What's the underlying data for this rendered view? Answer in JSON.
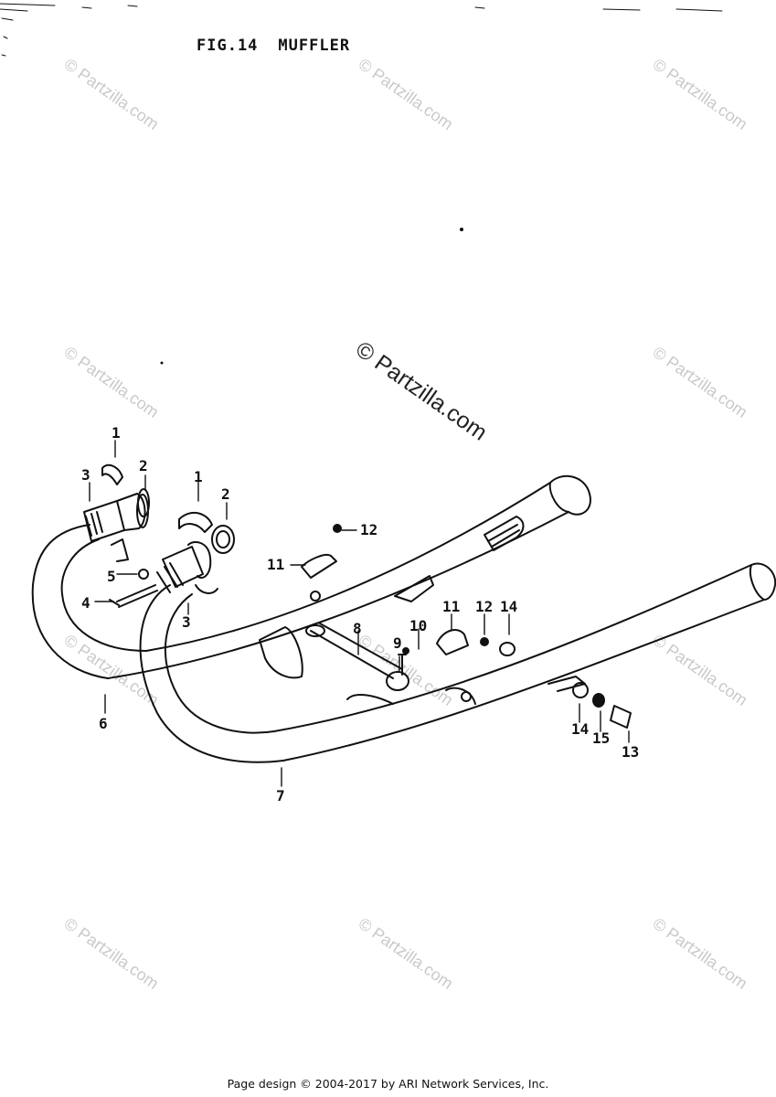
{
  "figure": {
    "number": "FIG.14",
    "title": "MUFFLER"
  },
  "watermark_text": "© Partzilla.com",
  "footer_text": "Page design © 2004-2017 by ARI Network Services, Inc.",
  "callouts": {
    "c1a": "1",
    "c2a": "2",
    "c3a": "3",
    "c1b": "1",
    "c2b": "2",
    "c3b": "3",
    "c4": "4",
    "c5": "5",
    "c6": "6",
    "c7": "7",
    "c8": "8",
    "c9": "9",
    "c10": "10",
    "c11a": "11",
    "c12a": "12",
    "c11b": "11",
    "c12b": "12",
    "c14a": "14",
    "c14b": "14",
    "c15": "15",
    "c13": "13"
  },
  "colors": {
    "line": "#111111",
    "watermark": "#c9c9c9"
  }
}
